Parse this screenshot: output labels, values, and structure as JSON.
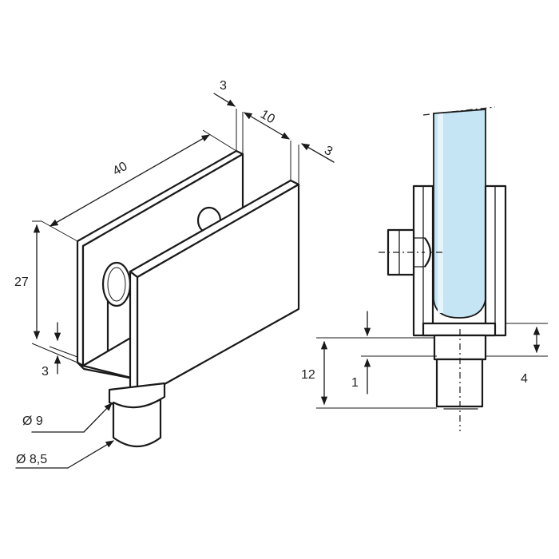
{
  "dimensions": {
    "length": "40",
    "height": "27",
    "thickness_left": "3",
    "gap": "10",
    "thickness_right": "3",
    "base_thickness": "3",
    "outer_diameter": "Ø 9",
    "inner_diameter": "Ø 8,5",
    "stud_height": "12",
    "glass_offset": "1",
    "base_height": "4"
  },
  "colors": {
    "glass": "#c5e4f4",
    "glass_highlight": "#e6f4fb",
    "line": "#1a1a1a"
  }
}
